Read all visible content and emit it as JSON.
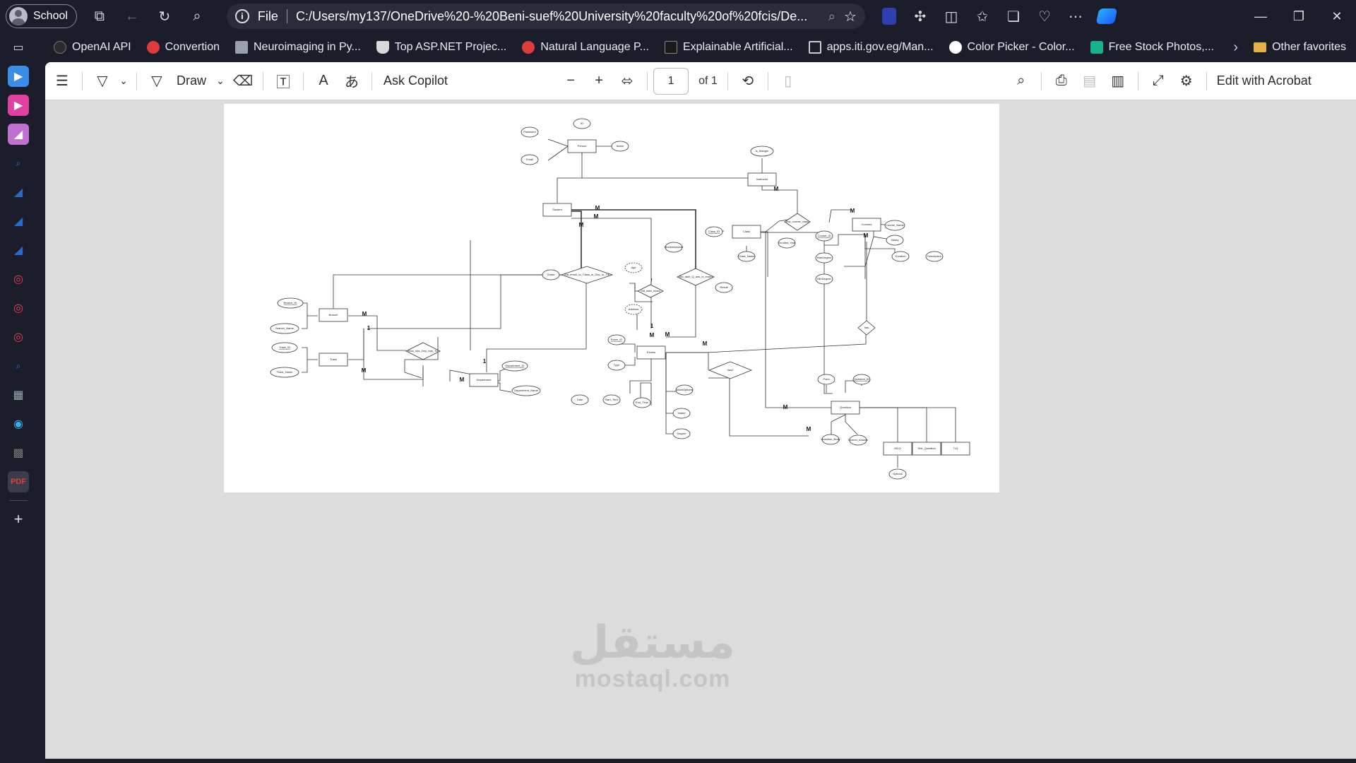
{
  "browser": {
    "profile_label": "School",
    "address_scheme": "File",
    "url": "C:/Users/my137/OneDrive%20-%20Beni-suef%20University%20faculty%20of%20fcis/De...",
    "favorites": [
      {
        "label": "OpenAI API",
        "color": "#2b2b2b"
      },
      {
        "label": "Convertion",
        "color": "#e03b3b"
      },
      {
        "label": "Neuroimaging in Py...",
        "color": "#9aa0aa"
      },
      {
        "label": "Top ASP.NET Projec...",
        "color": "#d9d9d9"
      },
      {
        "label": "Natural Language P...",
        "color": "#e03b3b"
      },
      {
        "label": "Explainable Artificial...",
        "color": "#1a1a1a"
      },
      {
        "label": "apps.iti.gov.eg/Man...",
        "color": "#1c1d2b"
      },
      {
        "label": "Color Picker - Color...",
        "color": "#ffffff"
      },
      {
        "label": "Free Stock Photos,...",
        "color": "#19b28a"
      }
    ],
    "other_favorites_label": "Other favorites"
  },
  "pdf_toolbar": {
    "draw_label": "Draw",
    "ask_copilot_label": "Ask Copilot",
    "page_current": "1",
    "page_of": "of 1",
    "edit_label": "Edit with Acrobat"
  },
  "diagram": {
    "entities": [
      "Person",
      "Student",
      "Instructor",
      "Class",
      "Courses",
      "Branch",
      "Track",
      "Department",
      "Exams",
      "Question",
      "MCQ",
      "Text_Question",
      "T/Q"
    ],
    "relationships": [
      "Std_enroll_to_Class_in_Dep_in_Trk",
      "Std_take_exam",
      "Std_take_Q_ans_in_exam",
      "Inst_course_class",
      "has",
      "Bran_has_Dep_has_Trk",
      "has2"
    ],
    "attributes": [
      "Password",
      "Email",
      "Name",
      "ID",
      "Is_Manger",
      "Salary",
      "Class_ID",
      "Class_Name",
      "Enrolled_Year",
      "Course_ID",
      "MaxDegree",
      "MinDegree",
      "Course_Name",
      "Duration",
      "Description",
      "Result",
      "Age",
      "Address",
      "Grade",
      "StudentAnswer",
      "Branch_ID",
      "Branch_Name",
      "Track_ID",
      "Track_Name",
      "Department_ID",
      "Department_Name",
      "Exam_ID",
      "Type",
      "Date",
      "Start_Time",
      "End_Time",
      "AllowOptions",
      "Intake",
      "Degree",
      "Point",
      "Question_ID",
      "Question_Body",
      "Correct_Answer",
      "Options"
    ],
    "cardinalities": [
      "M",
      "M",
      "M",
      "M",
      "M",
      "M",
      "1",
      "M",
      "1",
      "M",
      "1",
      "M",
      "M",
      "M",
      "M",
      "M",
      "M"
    ]
  },
  "watermark": {
    "arabic": "مستقل",
    "latin": "mostaql.com"
  }
}
